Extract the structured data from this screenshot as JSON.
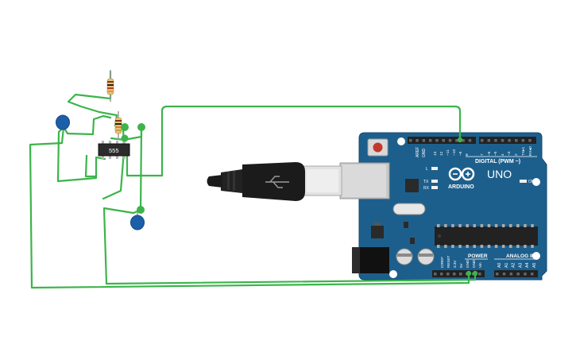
{
  "ic": {
    "label": "555"
  },
  "arduino": {
    "brand": "ARDUINO",
    "model": "UNO",
    "digital_header_label": "DIGITAL (PWM ~)",
    "power_label": "POWER",
    "analog_label": "ANALOG IN",
    "aref_label": "AREF",
    "gnd_label": "GND",
    "on_label": "ON",
    "l_label": "L",
    "tx_label": "TX",
    "rx_label": "RX",
    "digital_pins": [
      "13",
      "12",
      "~11",
      "~10",
      "~9",
      "8",
      "7",
      "~6",
      "~5",
      "4",
      "~3",
      "2",
      "TX▸1",
      "RX◂0"
    ],
    "power_pins": [
      "IOREF",
      "RESET",
      "3.3V",
      "5V",
      "GND",
      "GND",
      "Vin"
    ],
    "analog_pins": [
      "A0",
      "A1",
      "A2",
      "A3",
      "A4",
      "A5"
    ]
  },
  "colors": {
    "board": "#1d5f8c",
    "wire": "#3cb44b",
    "capacitor": "#1b5fa8",
    "chip": "#2b2b2b",
    "resistor_body": "#e8c27a"
  }
}
